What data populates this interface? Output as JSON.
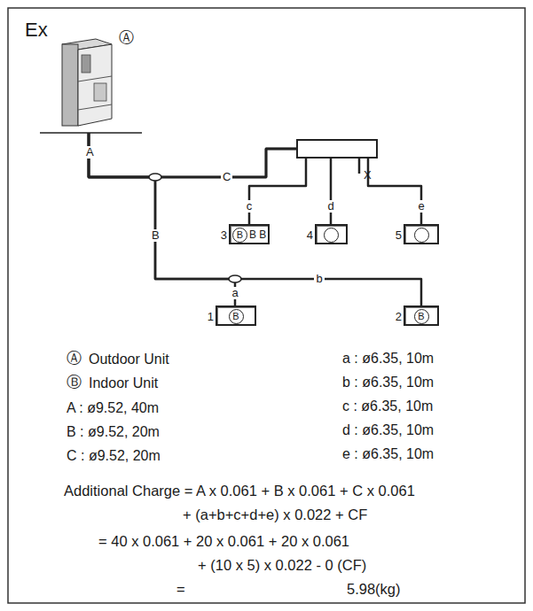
{
  "diagram": {
    "nodes": [
      {
        "text": [
          "Ⓐ"
        ]
      },
      {
        "text": [
          "3",
          "B",
          "B B"
        ]
      },
      {
        "text": [
          "4"
        ]
      },
      {
        "text": [
          "5"
        ]
      },
      {
        "text": [
          "1",
          "B"
        ]
      },
      {
        "text": [
          "2",
          "B"
        ]
      }
    ],
    "edges": [
      {
        "from": 0,
        "to": 4,
        "arrow": "none",
        "label": "a"
      },
      {
        "from": 0,
        "to": 5,
        "arrow": "none",
        "label": "b"
      },
      {
        "from": 0,
        "to": 1,
        "arrow": "none",
        "label": "c"
      },
      {
        "from": 0,
        "to": 2,
        "arrow": "none",
        "label": "d"
      },
      {
        "from": 0,
        "to": 3,
        "arrow": "none",
        "label": "e"
      }
    ],
    "labels": [
      "Ex",
      "Ⓐ",
      "Ⓑ",
      "A : ø9.52, 40m",
      "B : ø9.52, 20m",
      "C : ø9.52, 20m",
      "a : ø6.35, 10m",
      "b : ø6.35, 10m",
      "c : ø6.35, 10m",
      "d : ø6.35, 10m",
      "e : ø6.35, 10m",
      "Additional Charge = A x 0.061 + B x 0.061 + C x 0.061",
      "+ (a+b+c+d+e) x 0.022 + CF",
      "= 40 x 0.061 + 20 x 0.061 + 20 x 0.061",
      "+ (10 x 5) x 0.022 - 0 (CF)",
      "=",
      "5.98(kg)",
      "A",
      "B",
      "C",
      "X"
    ],
    "legend": [
      {
        "text": "Outdoor Unit"
      },
      {
        "text": "Indoor Unit"
      }
    ]
  }
}
